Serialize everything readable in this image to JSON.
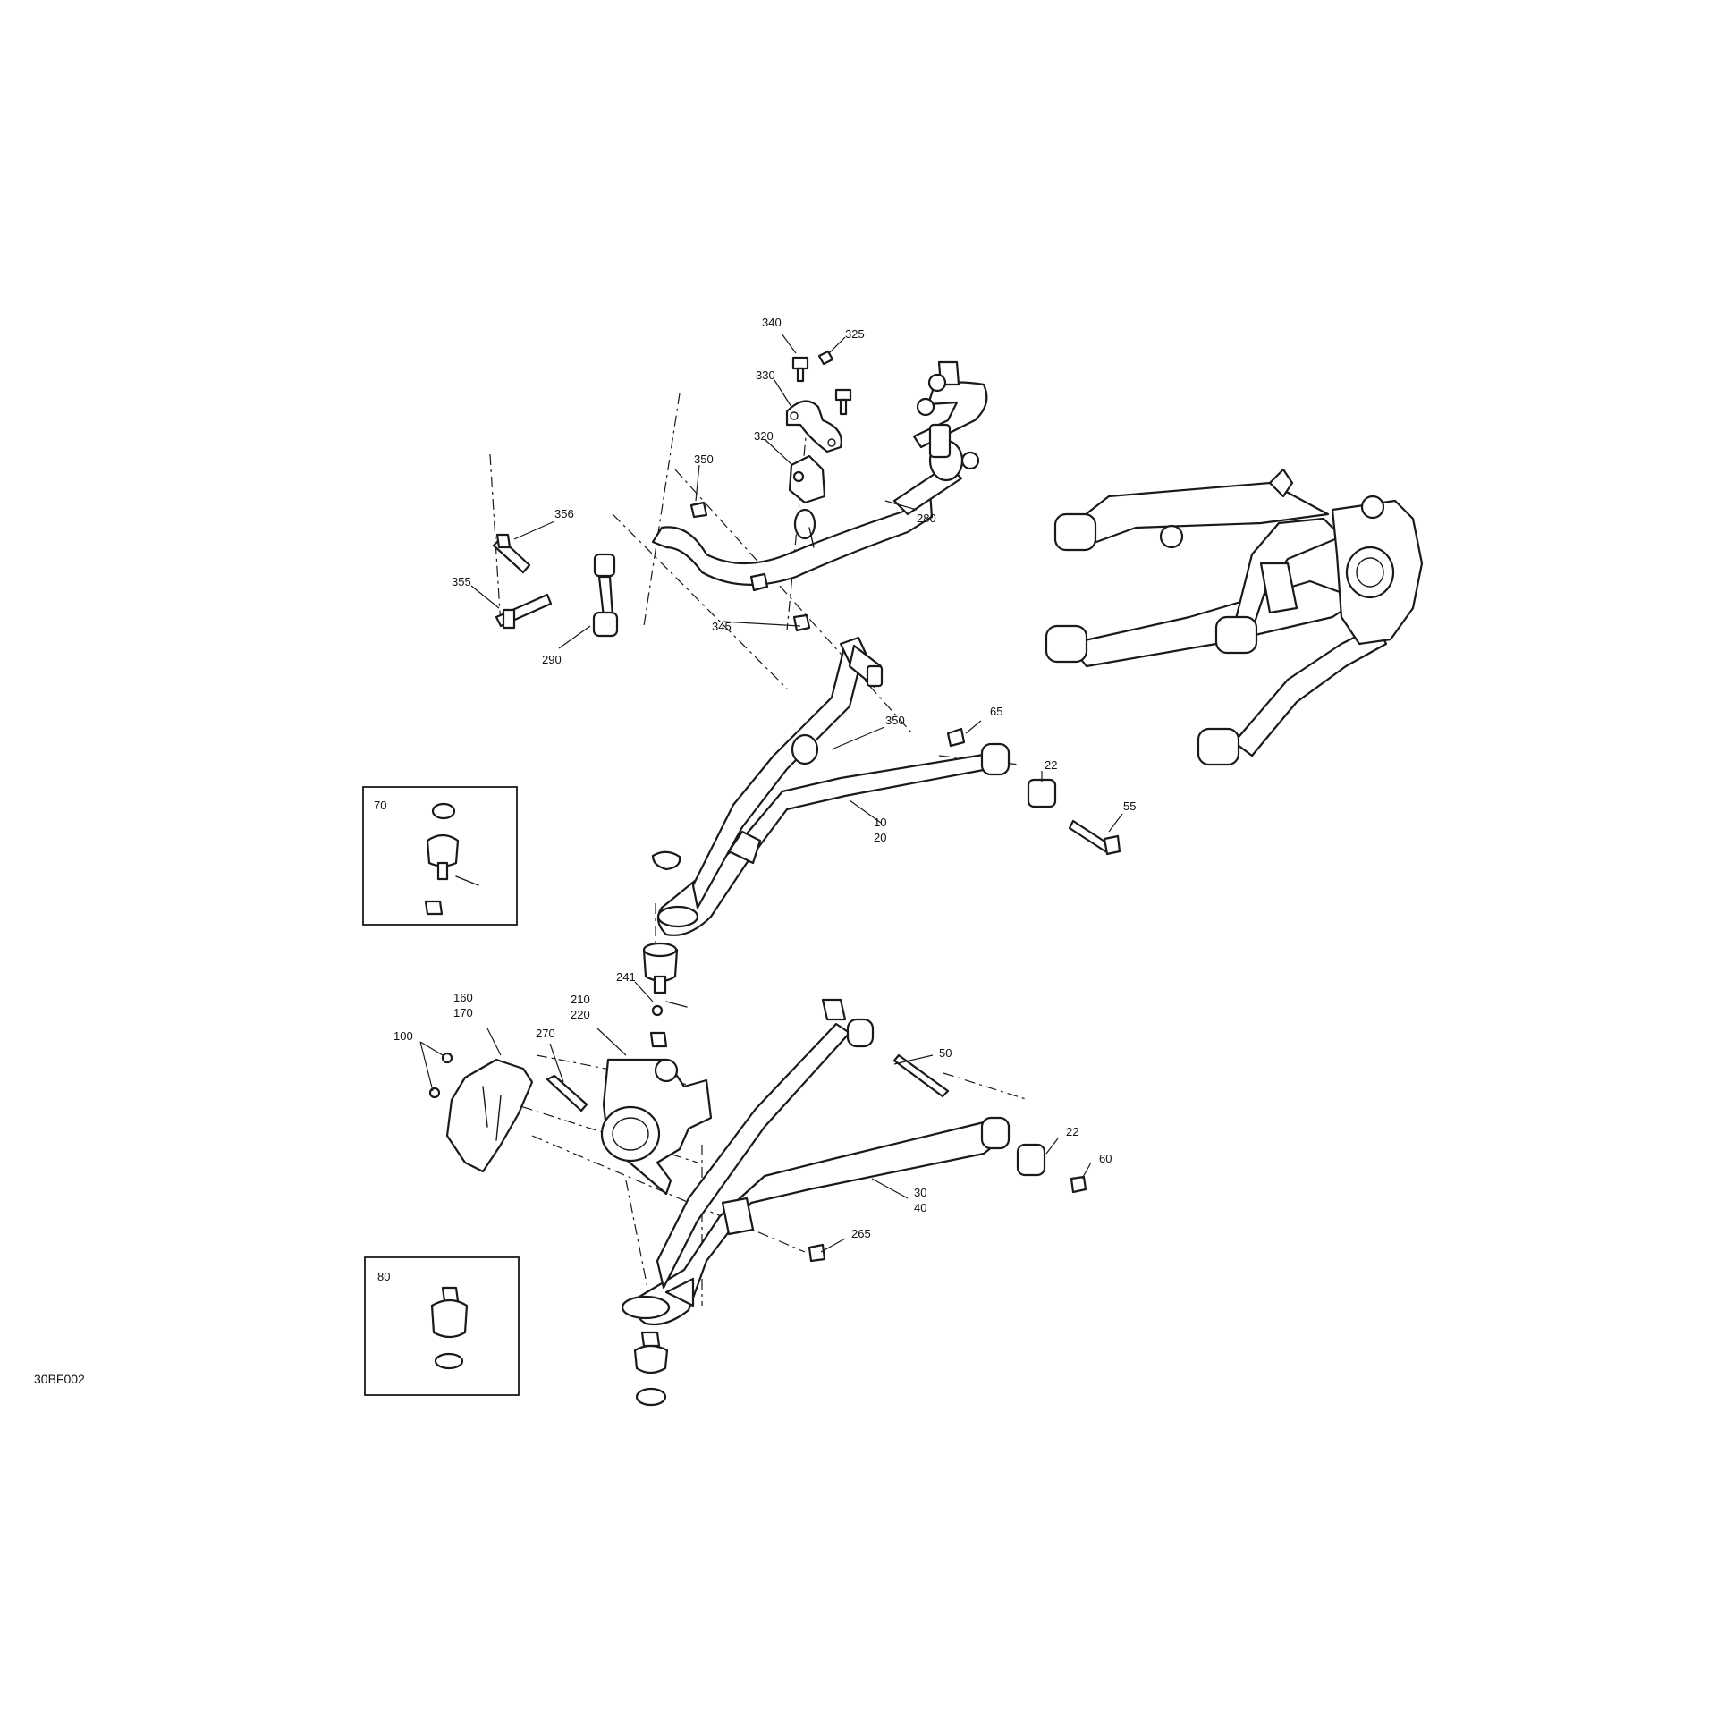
{
  "figure_id": "30BF002",
  "callouts": {
    "c340": "340",
    "c325": "325",
    "c330": "330",
    "c320": "320",
    "c350_top": "350",
    "c280": "280",
    "c356": "356",
    "c355": "355",
    "c345": "345",
    "c290": "290",
    "c350_mid": "350",
    "c65": "65",
    "c22_upper": "22",
    "c55": "55",
    "c10": "10",
    "c20": "20",
    "c70": "70",
    "c241": "241",
    "c160": "160",
    "c170": "170",
    "c100": "100",
    "c270": "270",
    "c210": "210",
    "c220": "220",
    "c50": "50",
    "c22_lower": "22",
    "c60": "60",
    "c30": "30",
    "c40": "40",
    "c265": "265",
    "c80": "80"
  }
}
